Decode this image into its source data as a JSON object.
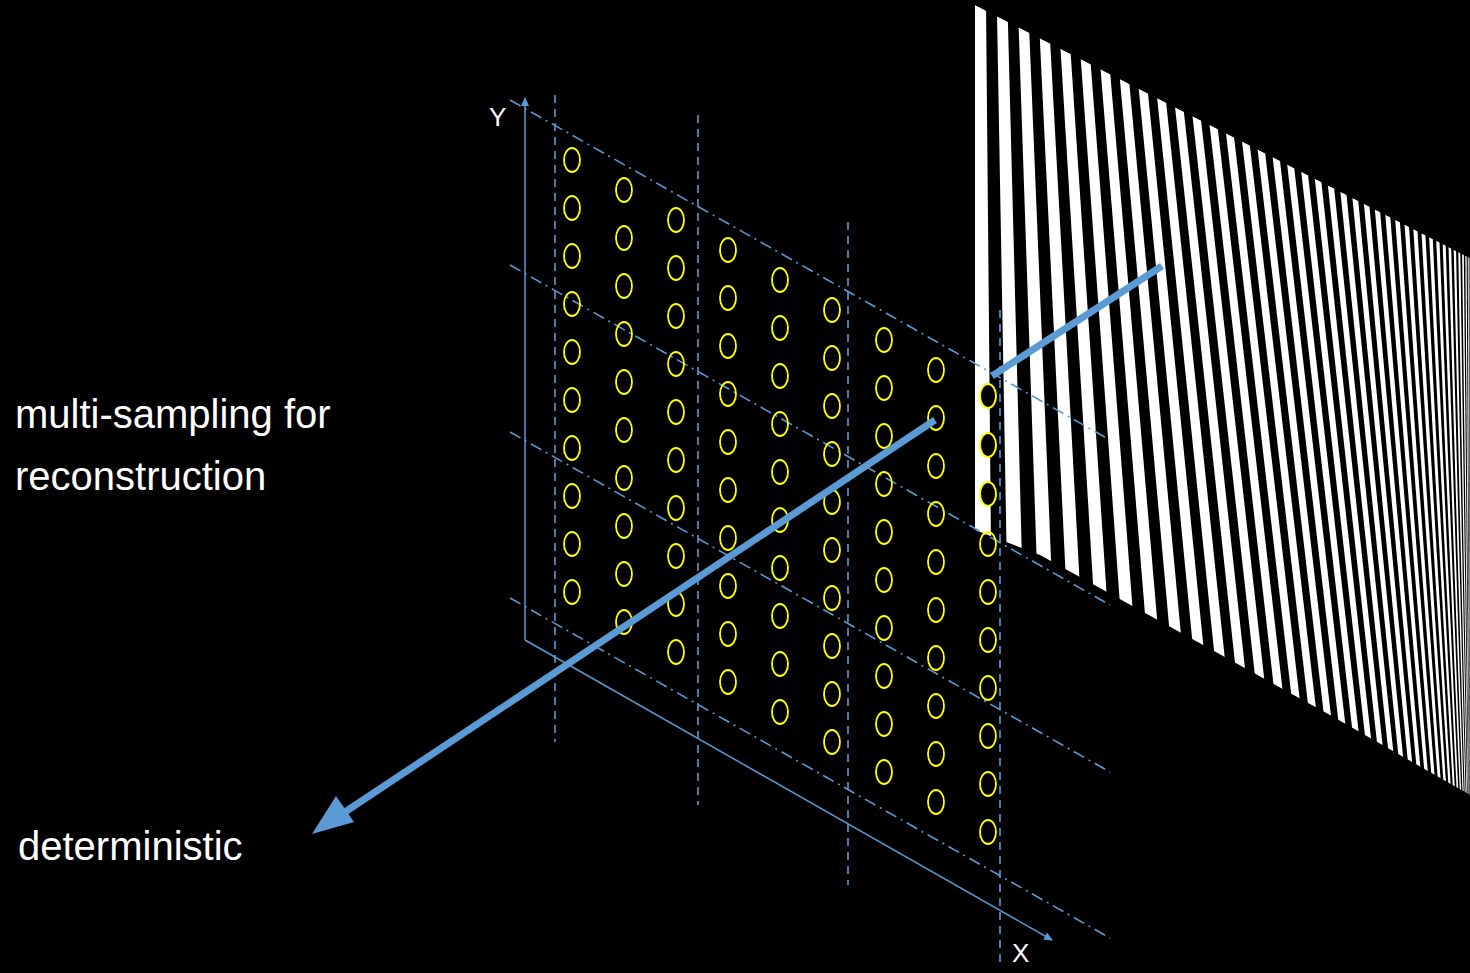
{
  "diagram": {
    "labels": [
      "multi-sampling for reconstruction",
      "deterministic",
      "Y",
      "X"
    ]
  }
}
